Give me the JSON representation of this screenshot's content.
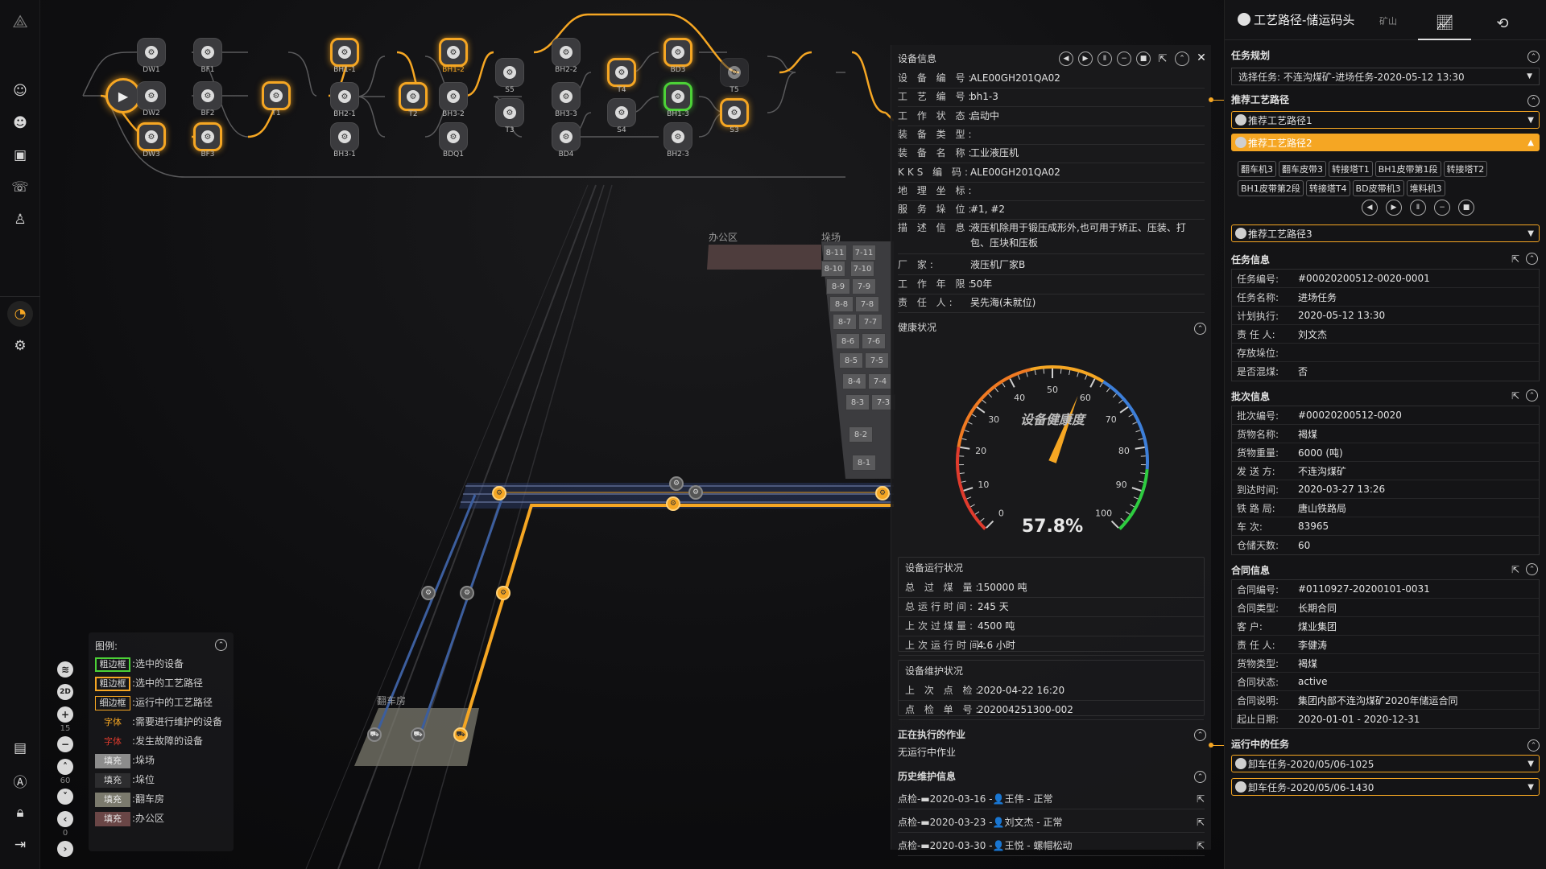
{
  "flow": {
    "start_label": "",
    "nodes": [
      {
        "id": "DW1",
        "label": "DW1"
      },
      {
        "id": "DW2",
        "label": "DW2"
      },
      {
        "id": "DW3",
        "label": "DW3"
      },
      {
        "id": "BF1",
        "label": "BF1"
      },
      {
        "id": "BF2",
        "label": "BF2"
      },
      {
        "id": "BF3",
        "label": "BF3"
      },
      {
        "id": "T1",
        "label": "T1"
      },
      {
        "id": "BH1-1",
        "label": "BH1-1"
      },
      {
        "id": "BH2-1",
        "label": "BH2-1"
      },
      {
        "id": "BH3-1",
        "label": "BH3-1"
      },
      {
        "id": "T2",
        "label": "T2"
      },
      {
        "id": "BH1-2",
        "label": "BH1-2"
      },
      {
        "id": "BH3-2",
        "label": "BH3-2"
      },
      {
        "id": "BDQ1",
        "label": "BDQ1"
      },
      {
        "id": "S5",
        "label": "S5"
      },
      {
        "id": "T3",
        "label": "T3"
      },
      {
        "id": "BH2-2",
        "label": "BH2-2"
      },
      {
        "id": "BH3-3",
        "label": "BH3-3"
      },
      {
        "id": "BD4",
        "label": "BD4"
      },
      {
        "id": "T4",
        "label": "T4"
      },
      {
        "id": "S4",
        "label": "S4"
      },
      {
        "id": "BD3",
        "label": "BD3"
      },
      {
        "id": "BH1-3",
        "label": "BH1-3"
      },
      {
        "id": "BH2-3",
        "label": "BH2-3"
      },
      {
        "id": "T5",
        "label": "T5"
      },
      {
        "id": "S3",
        "label": "S3"
      }
    ]
  },
  "scene": {
    "office_label": "办公区",
    "yard_label": "垛场",
    "tipper_label": "翻车房",
    "yard_cells": [
      "8-11",
      "7-11",
      "8-10",
      "7-10",
      "8-9",
      "7-9",
      "8-8",
      "7-8",
      "8-7",
      "7-7",
      "8-6",
      "7-6",
      "8-5",
      "7-5",
      "8-4",
      "7-4",
      "8-3",
      "7-3",
      "8-2",
      "8-1"
    ]
  },
  "legend": {
    "title": "图例:",
    "items": [
      {
        "swatch": "粗边框",
        "text": ":选中的设备"
      },
      {
        "swatch": "粗边框",
        "text": ":选中的工艺路径"
      },
      {
        "swatch": "细边框",
        "text": ":运行中的工艺路径"
      },
      {
        "swatch": "字体",
        "text": ":需要进行维护的设备"
      },
      {
        "swatch": "字体",
        "text": ":发生故障的设备"
      },
      {
        "swatch": "填充",
        "text": ":垛场"
      },
      {
        "swatch": "填充",
        "text": ":垛位"
      },
      {
        "swatch": "填充",
        "text": ":翻车房"
      },
      {
        "swatch": "填充",
        "text": ":办公区"
      }
    ]
  },
  "zoom": {
    "level_a": "15",
    "level_b": "60",
    "level_c": "0"
  },
  "device": {
    "title": "设备信息",
    "fields": [
      {
        "k": "设 备 编 号:",
        "v": "ALE00GH201QA02"
      },
      {
        "k": "工 艺 编 号:",
        "v": "bh1-3"
      },
      {
        "k": "工 作 状 态:",
        "v": "启动中"
      },
      {
        "k": "装 备 类 型:",
        "v": ""
      },
      {
        "k": "装 备 名 称:",
        "v": "工业液压机"
      },
      {
        "k": "KKS 编 码:",
        "v": "ALE00GH201QA02"
      },
      {
        "k": "地 理 坐 标:",
        "v": ""
      },
      {
        "k": "服 务 垛 位:",
        "v": "#1, #2"
      },
      {
        "k": "描 述 信 息:",
        "v": "液压机除用于锻压成形外,也可用于矫正、压装、打包、压块和压板"
      },
      {
        "k": "厂 家:",
        "v": "液压机厂家B"
      },
      {
        "k": "工 作 年 限:",
        "v": "50年"
      },
      {
        "k": "责 任 人:",
        "v": "吴先海(未就位)"
      }
    ],
    "health_title": "健康状况",
    "gauge_label": "设备健康度",
    "gauge_value": "57.8%",
    "gauge_fraction": 0.578,
    "gauge_ticks": [
      "0",
      "10",
      "20",
      "30",
      "40",
      "50",
      "60",
      "70",
      "80",
      "90",
      "100"
    ],
    "run_title": "设备运行状况",
    "run": [
      {
        "k": "总 过 煤 量:",
        "v": "150000 吨"
      },
      {
        "k": "总运行时间:",
        "v": "245 天"
      },
      {
        "k": "上次过煤量:",
        "v": "4500 吨"
      },
      {
        "k": "上次运行时间:",
        "v": "4.6 小时"
      }
    ],
    "maint_title": "设备维护状况",
    "maint": [
      {
        "k": "上 次 点 检:",
        "v": "2020-04-22 16:20"
      },
      {
        "k": "点 检 单 号:",
        "v": "202004251300-002"
      }
    ],
    "job_title": "正在执行的作业",
    "job_value": "无运行中作业",
    "hist_title": "历史维护信息",
    "history": [
      "点检-▬2020-03-16 -👤王伟 - 正常",
      "点检-▬2020-03-23 -👤刘文杰 - 正常",
      "点检-▬2020-03-30 -👤王悦 - 螺帽松动"
    ]
  },
  "right": {
    "title": "工艺路径-储运码头",
    "subtitle": "矿山",
    "plan_title": "任务规划",
    "select_task": "选择任务:  不连沟煤矿-进场任务-2020-05-12 13:30",
    "rec_title": "推荐工艺路径",
    "routes": [
      "推荐工艺路径1",
      "推荐工艺路径2",
      "推荐工艺路径3"
    ],
    "route_tags": [
      "翻车机3",
      "翻车皮带3",
      "转接塔T1",
      "BH1皮带第1段",
      "转接塔T2",
      "BH1皮带第2段",
      "转接塔T4",
      "BD皮带机3",
      "堆料机3"
    ],
    "task_title": "任务信息",
    "task_info": [
      {
        "k": "任务编号:",
        "v": "#00020200512-0020-0001"
      },
      {
        "k": "任务名称:",
        "v": "进场任务"
      },
      {
        "k": "计划执行:",
        "v": "2020-05-12 13:30"
      },
      {
        "k": "责 任 人:",
        "v": "刘文杰"
      },
      {
        "k": "存放垛位:",
        "v": ""
      },
      {
        "k": "是否混煤:",
        "v": "否"
      }
    ],
    "batch_title": "批次信息",
    "batch_info": [
      {
        "k": "批次编号:",
        "v": "#00020200512-0020"
      },
      {
        "k": "货物名称:",
        "v": "褐煤"
      },
      {
        "k": "货物重量:",
        "v": "6000 (吨)"
      },
      {
        "k": "发 送 方:",
        "v": "不连沟煤矿"
      },
      {
        "k": "到达时间:",
        "v": "2020-03-27 13:26"
      },
      {
        "k": "铁 路 局:",
        "v": "唐山铁路局"
      },
      {
        "k": "车   次:",
        "v": "83965"
      },
      {
        "k": "仓储天数:",
        "v": "60"
      }
    ],
    "contract_title": "合同信息",
    "contract_info": [
      {
        "k": "合同编号:",
        "v": "#0110927-20200101-0031"
      },
      {
        "k": "合同类型:",
        "v": "长期合同"
      },
      {
        "k": "客   户:",
        "v": "煤业集团"
      },
      {
        "k": "责 任 人:",
        "v": "李健涛"
      },
      {
        "k": "货物类型:",
        "v": "褐煤"
      },
      {
        "k": "合同状态:",
        "v": "active"
      },
      {
        "k": "合同说明:",
        "v": "集团内部不连沟煤矿2020年储运合同"
      },
      {
        "k": "起止日期:",
        "v": "2020-01-01 - 2020-12-31"
      }
    ],
    "running_title": "运行中的任务",
    "running_tasks": [
      "卸车任务-2020/05/06-1025",
      "卸车任务-2020/05/06-1430"
    ]
  },
  "colors": {
    "accent": "#f5a623",
    "selected": "#4cd137",
    "danger": "#e03b2d",
    "healthy": "#2ecc40"
  }
}
